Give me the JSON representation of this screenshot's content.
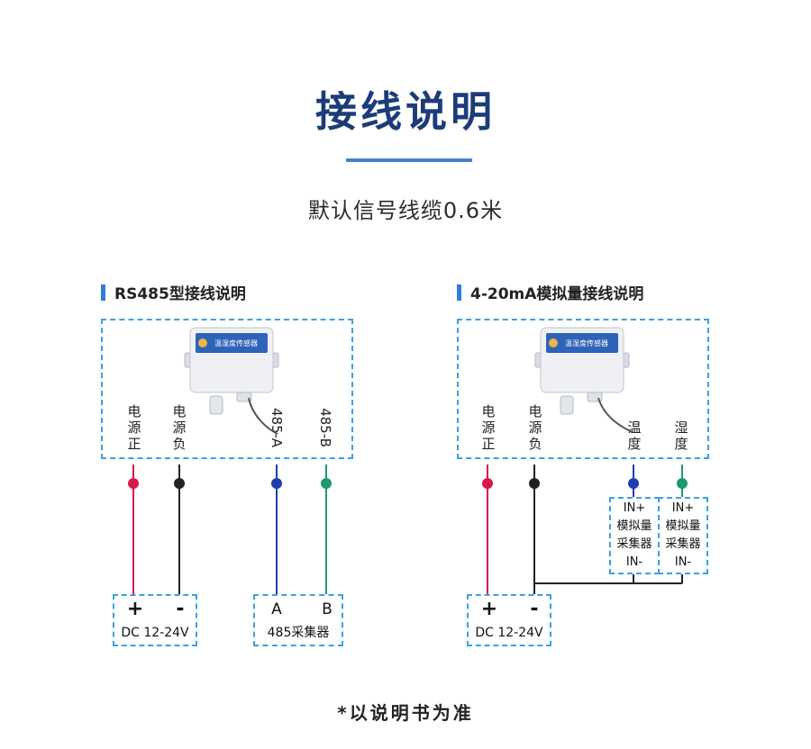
{
  "header": {
    "title": "接线说明",
    "subtitle": "默认信号线缆0.6米"
  },
  "colors": {
    "title": "#1c3c79",
    "accent": "#4a7fd0",
    "frame": "#3ea0e0",
    "wire_power_pos": "#d7194a",
    "wire_power_neg": "#222222",
    "wire_signal_a": "#1f3fae",
    "wire_signal_b": "#1c9a6b"
  },
  "rs485": {
    "heading": "RS485型接线说明",
    "sensor_label": "温湿度传感器",
    "wires": [
      {
        "label": "电源正"
      },
      {
        "label": "电源负"
      },
      {
        "label": "485-A"
      },
      {
        "label": "485-B"
      }
    ],
    "power_terminal": {
      "plus": "+",
      "minus": "-",
      "caption": "DC 12-24V"
    },
    "collector_terminal": {
      "a": "A",
      "b": "B",
      "caption": "485采集器"
    }
  },
  "analog": {
    "heading": "4-20mA模拟量接线说明",
    "sensor_label": "温湿度传感器",
    "wires": [
      {
        "label": "电源正"
      },
      {
        "label": "电源负"
      },
      {
        "label": "温度"
      },
      {
        "label": "湿度"
      }
    ],
    "power_terminal": {
      "plus": "+",
      "minus": "-",
      "caption": "DC 12-24V"
    },
    "collectors": [
      {
        "lines": [
          "IN+",
          "模拟量",
          "采集器",
          "IN-"
        ]
      },
      {
        "lines": [
          "IN+",
          "模拟量",
          "采集器",
          "IN-"
        ]
      }
    ]
  },
  "footnote": "*以说明书为准"
}
